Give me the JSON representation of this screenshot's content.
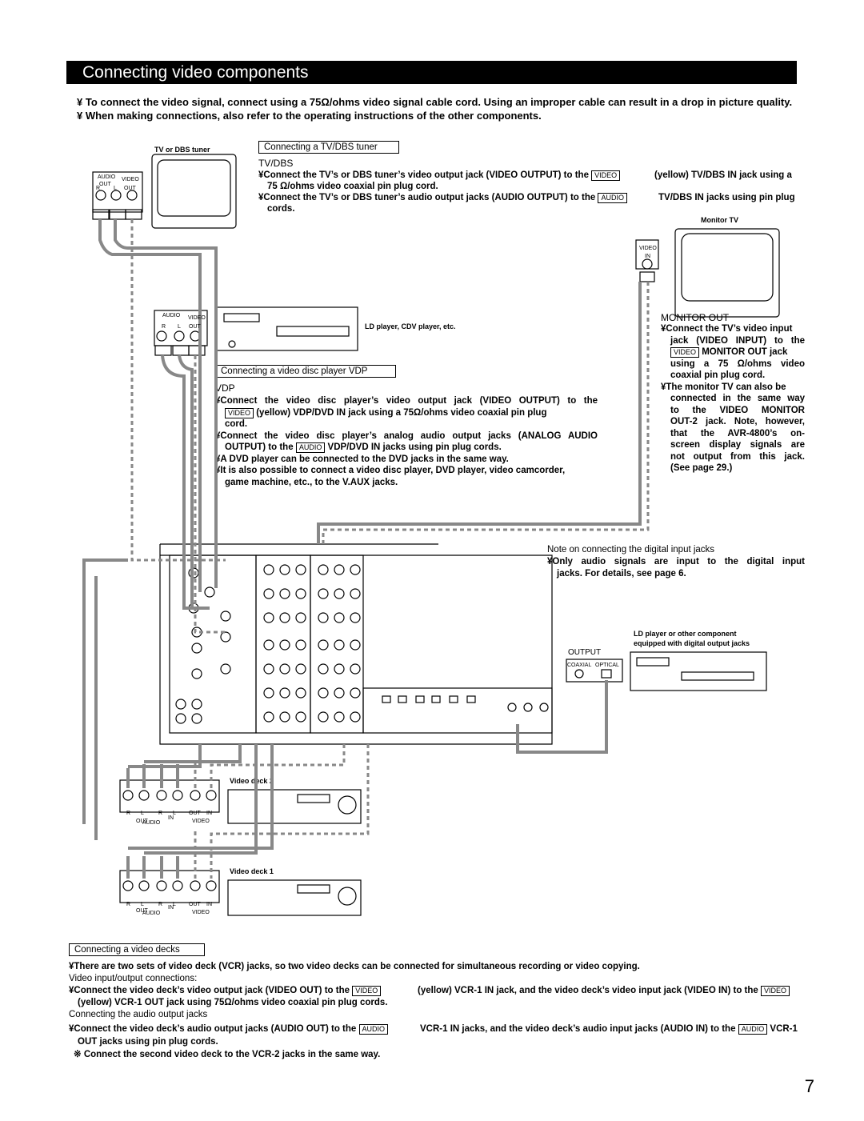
{
  "header": {
    "title": "Connecting video components"
  },
  "intro": [
    "¥ To connect the video signal, connect using a 75Ω/ohms video signal cable cord. Using an improper cable can result in a drop in picture quality.",
    "¥ When making connections, also refer to the operating instructions of the other components."
  ],
  "tv_dbs": {
    "device_label": "TV or DBS tuner",
    "box_title": "Connecting a TV/DBS tuner",
    "heading": "TV/DBS",
    "line1_a": "¥Connect the TV’s or DBS tuner’s video output jack (VIDEO OUTPUT) to the",
    "line1_key": "VIDEO",
    "line1_b": "(yellow) TV/DBS IN jack using a",
    "line2": "75 Ω/ohms video coaxial pin plug cord.",
    "line3_a": "¥Connect the TV’s or DBS tuner’s audio output jacks (AUDIO OUTPUT) to the",
    "line3_key": "AUDIO",
    "line3_b": "TV/DBS IN jacks using pin plug",
    "line4": "cords."
  },
  "monitor": {
    "device_label": "Monitor TV",
    "heading": "MONITOR OUT",
    "l1": "¥Connect the TV’s video input",
    "l2": "jack (VIDEO INPUT) to the",
    "l3_key": "VIDEO",
    "l3": "MONITOR OUT jack",
    "l4": "using a 75 Ω/ohms video",
    "l5": "coaxial pin plug cord.",
    "l6": "¥The monitor TV can also be",
    "l7": "connected in the same way",
    "l8": "to the VIDEO MONITOR",
    "l9": "OUT-2 jack. Note, however,",
    "l10": "that the AVR-4800’s on-",
    "l11": "screen display signals are",
    "l12": "not output from this jack.",
    "l13": "(See page 29.)"
  },
  "vdp": {
    "device_label": "LD player, CDV player, etc.",
    "box_title": "Connecting a video disc player VDP",
    "heading": "VDP",
    "l1": "¥Connect the video disc player’s video output jack (VIDEO OUTPUT) to the",
    "l2_key": "VIDEO",
    "l2": "(yellow) VDP/DVD IN jack using a 75Ω/ohms video coaxial pin plug",
    "l3": "cord.",
    "l4": "¥Connect the video disc player’s analog audio output jacks (ANALOG AUDIO",
    "l5_a": "OUTPUT) to the",
    "l5_key": "AUDIO",
    "l5_b": "VDP/DVD IN jacks using pin plug cords.",
    "l6": "¥A DVD player can be connected to the DVD jacks in the same way.",
    "l7": "¥It is also possible to connect a video disc player, DVD player, video camcorder,",
    "l8": "game machine, etc., to the V.AUX jacks."
  },
  "digital_note": {
    "title": "Note on connecting the digital input jacks",
    "l1": "¥Only audio signals are input to the digital input",
    "l2": "jacks. For details, see page 6."
  },
  "ld_component": {
    "l1": "LD player or other component",
    "l2": "equipped with digital output jacks",
    "output": "OUTPUT",
    "coaxial": "COAXIAL",
    "optical": "OPTICAL"
  },
  "decks": {
    "deck2": "Video deck 2",
    "deck1": "Video deck 1",
    "box_title": "Connecting a video decks",
    "l1": "¥There are two sets of video deck (VCR) jacks, so two video decks can be connected for simultaneous recording or video copying.",
    "l2": "Video input/output connections:",
    "l3_a": "¥Connect the video deck’s video output jack (VIDEO OUT) to the",
    "l3_key": "VIDEO",
    "l3_b": "(yellow) VCR-1 IN jack, and the video deck’s video input jack (VIDEO IN) to the",
    "l3_key2": "VIDEO",
    "l4": "(yellow) VCR-1 OUT jack using 75Ω/ohms video coaxial pin plug cords.",
    "l5": "Connecting the audio output jacks",
    "l6_a": "¥Connect the video deck’s audio output jacks (AUDIO OUT) to the",
    "l6_key": "AUDIO",
    "l6_b": "VCR-1 IN jacks, and the video deck’s audio input jacks (AUDIO IN) to the",
    "l6_key2": "AUDIO",
    "l6_c": "VCR-1",
    "l7": "OUT jacks using pin plug cords.",
    "l8": "※ Connect the second video deck to the VCR-2 jacks in the same way."
  },
  "jack_labels": {
    "audio": "AUDIO",
    "video": "VIDEO",
    "out": "OUT",
    "in": "IN",
    "r": "R",
    "l": "L"
  },
  "page_number": "7"
}
